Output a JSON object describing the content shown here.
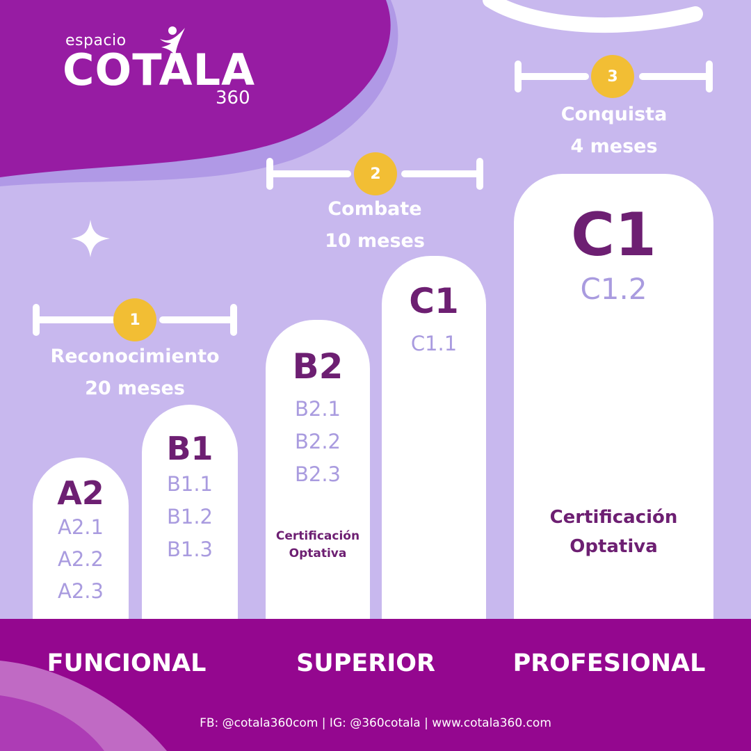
{
  "brand": {
    "top": "espacio",
    "main": "COTALA",
    "sub": "360"
  },
  "stages": [
    {
      "number": "1",
      "name": "Reconocimiento",
      "duration": "20 meses"
    },
    {
      "number": "2",
      "name": "Combate",
      "duration": "10 meses"
    },
    {
      "number": "3",
      "name": "Conquista",
      "duration": "4 meses"
    }
  ],
  "levels": [
    {
      "level": "A2",
      "sublevels": [
        "A2.1",
        "A2.2",
        "A2.3"
      ]
    },
    {
      "level": "B1",
      "sublevels": [
        "B1.1",
        "B1.2",
        "B1.3"
      ]
    },
    {
      "level": "B2",
      "sublevels": [
        "B2.1",
        "B2.2",
        "B2.3"
      ],
      "note": [
        "Certificación",
        "Optativa"
      ]
    },
    {
      "level": "C1",
      "sublevels": [
        "C1.1"
      ]
    },
    {
      "level": "C1",
      "sublevels": [
        "C1.2"
      ],
      "note": [
        "Certificación",
        "Optativa"
      ]
    }
  ],
  "categories": [
    "FUNCIONAL",
    "SUPERIOR",
    "PROFESIONAL"
  ],
  "footer": "FB: @cotala360com | IG: @360cotala | www.cotala360.com",
  "colors": {
    "background": "#c8b8ee",
    "purple_dark": "#94078f",
    "level_text": "#6d1f72",
    "sublevel_text": "#a99bdf",
    "badge": "#f2be34",
    "card": "#ffffff"
  }
}
